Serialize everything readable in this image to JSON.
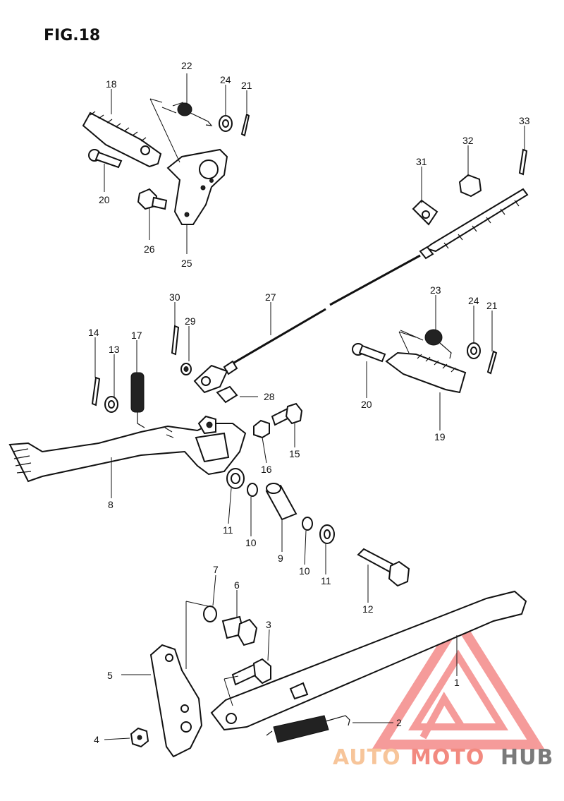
{
  "figure": {
    "title": "FIG.18"
  },
  "part_numbers": [
    "1",
    "2",
    "3",
    "4",
    "5",
    "6",
    "7",
    "8",
    "9",
    "10",
    "10",
    "11",
    "11",
    "12",
    "13",
    "14",
    "15",
    "16",
    "17",
    "18",
    "19",
    "20",
    "20",
    "21",
    "21",
    "22",
    "23",
    "24",
    "24",
    "25",
    "26",
    "27",
    "28",
    "29",
    "30",
    "31",
    "32",
    "33"
  ],
  "watermark": {
    "word_a": "AUTO",
    "word_b": "MOTO",
    "word_c": "HUB",
    "color_a": "#f7c59a",
    "color_b": "#f28a80",
    "color_c": "#7a7a7a",
    "triangle_color": "#ee4a48"
  }
}
